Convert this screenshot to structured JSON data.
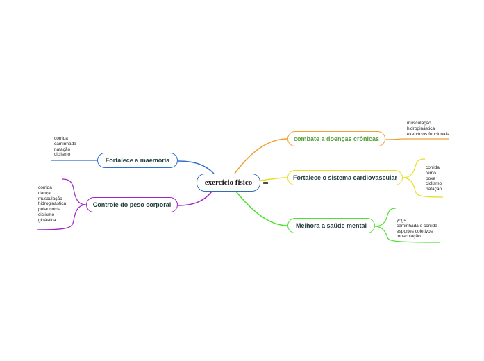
{
  "central": {
    "label": "exercício físico",
    "menu_icon": "hamburger-icon"
  },
  "branches": [
    {
      "id": "maemoria",
      "label": "Fortalece a maemória",
      "color": "#2f6fd0",
      "text_color": "#1f3b3b",
      "items": [
        "corrida",
        "caminhada",
        "natação",
        "ciclismo"
      ]
    },
    {
      "id": "peso",
      "label": "Controle do peso corporal",
      "color": "#a020c8",
      "text_color": "#1f3b3b",
      "items": [
        "corrida",
        "dança",
        "musculação",
        "hidroginástica",
        "pular corda",
        "ciclismo",
        "ginástica"
      ]
    },
    {
      "id": "cronicas",
      "label": "combate a doenças crônicas",
      "color": "#f0a030",
      "text_color": "#5aa03a",
      "items": [
        "musculação",
        "hidroginástica",
        "exercícios funcionais"
      ]
    },
    {
      "id": "cardio",
      "label": "Fortalece o sistema cardiovascular",
      "color": "#e6e020",
      "text_color": "#1f3b3b",
      "items": [
        "corrida",
        "remo",
        "boxe",
        "ciclismo",
        "natação"
      ]
    },
    {
      "id": "mental",
      "label": "Melhora a saúde mental",
      "color": "#50e030",
      "text_color": "#1f3b3b",
      "items": [
        "yoga",
        "caminhada e corrida",
        "esportes coletivos",
        "musculação"
      ]
    }
  ]
}
